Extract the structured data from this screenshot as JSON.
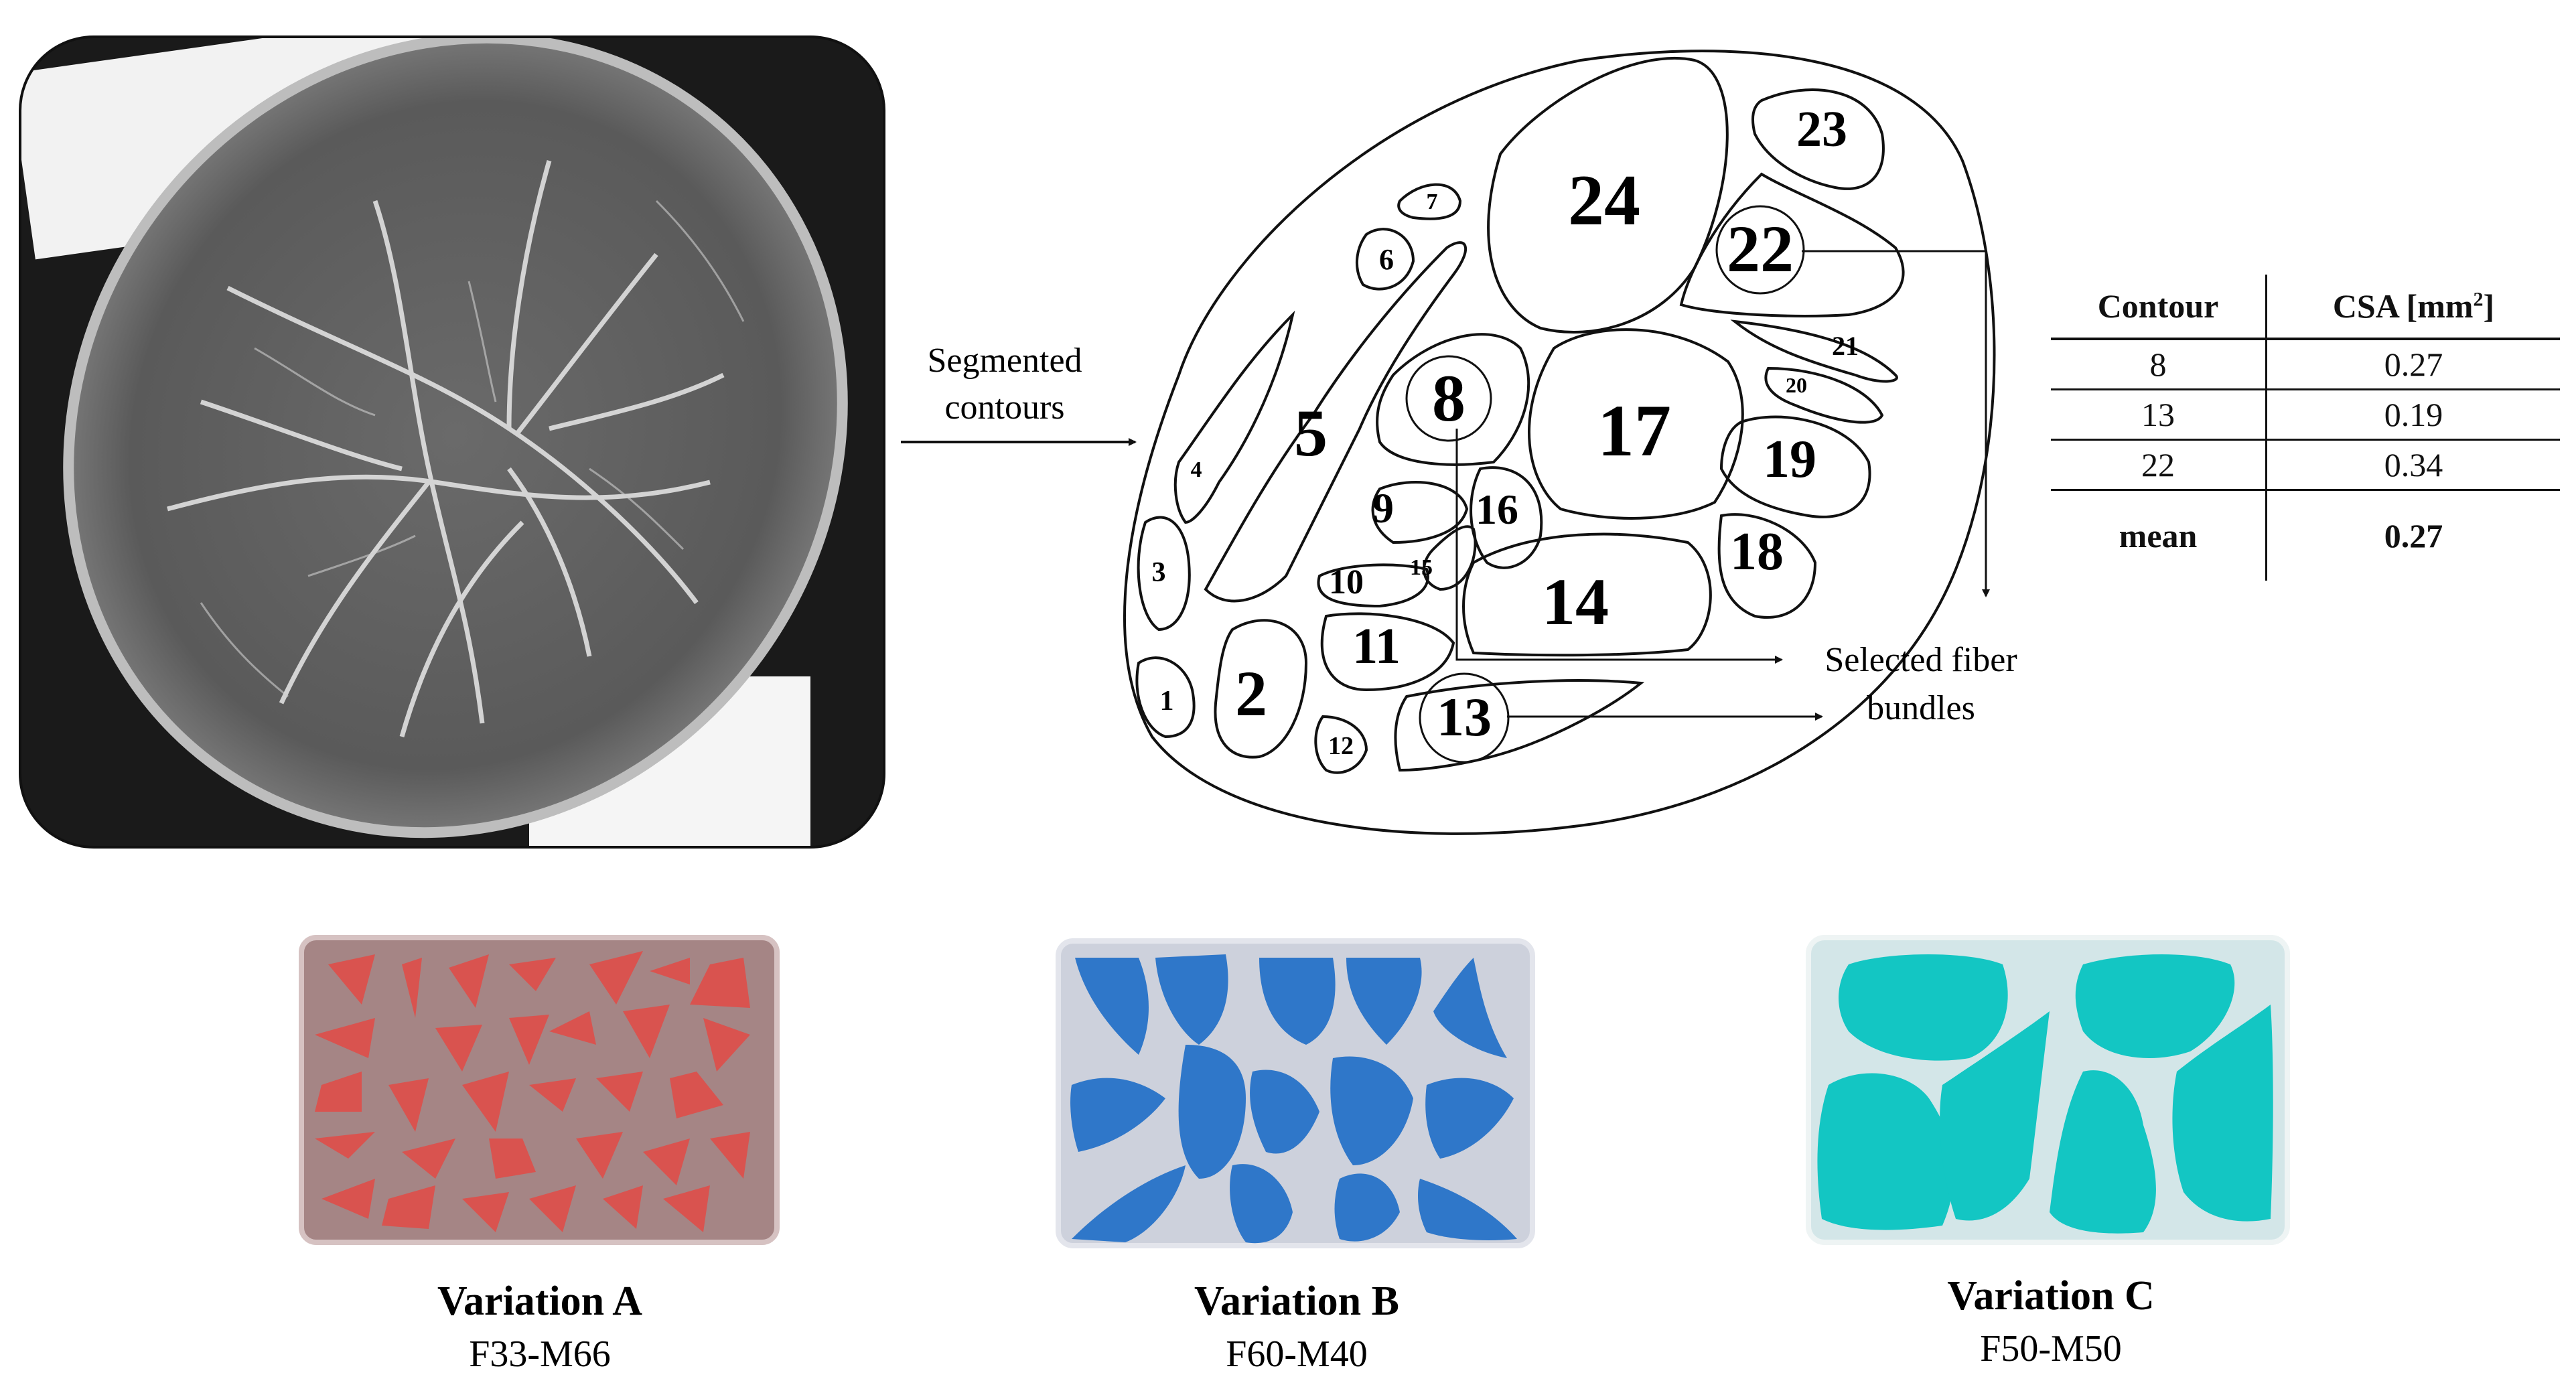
{
  "flow": {
    "segmented_label_line1": "Segmented",
    "segmented_label_line2": "contours",
    "selected_label_line1": "Selected fiber",
    "selected_label_line2": "bundles"
  },
  "contours": [
    {
      "id": "1",
      "label": "1"
    },
    {
      "id": "2",
      "label": "2"
    },
    {
      "id": "3",
      "label": "3"
    },
    {
      "id": "4",
      "label": "4"
    },
    {
      "id": "5",
      "label": "5"
    },
    {
      "id": "6",
      "label": "6"
    },
    {
      "id": "7",
      "label": "7"
    },
    {
      "id": "8",
      "label": "8"
    },
    {
      "id": "9",
      "label": "9"
    },
    {
      "id": "10",
      "label": "10"
    },
    {
      "id": "11",
      "label": "11"
    },
    {
      "id": "12",
      "label": "12"
    },
    {
      "id": "13",
      "label": "13"
    },
    {
      "id": "14",
      "label": "14"
    },
    {
      "id": "15",
      "label": "15"
    },
    {
      "id": "16",
      "label": "16"
    },
    {
      "id": "17",
      "label": "17"
    },
    {
      "id": "18",
      "label": "18"
    },
    {
      "id": "19",
      "label": "19"
    },
    {
      "id": "20",
      "label": "20"
    },
    {
      "id": "21",
      "label": "21"
    },
    {
      "id": "22",
      "label": "22"
    },
    {
      "id": "23",
      "label": "23"
    },
    {
      "id": "24",
      "label": "24"
    }
  ],
  "table": {
    "col1": "Contour",
    "col2_prefix": "CSA [mm",
    "col2_sup": "2",
    "col2_suffix": "]",
    "rows": [
      {
        "contour": "8",
        "csa": "0.27"
      },
      {
        "contour": "13",
        "csa": "0.19"
      },
      {
        "contour": "22",
        "csa": "0.34"
      }
    ],
    "mean_label": "mean",
    "mean_value": "0.27"
  },
  "variations": [
    {
      "title": "Variation A",
      "subtitle": "F33-M66",
      "fill": "#d9534f",
      "background": "#a58585"
    },
    {
      "title": "Variation B",
      "subtitle": "F60-M40",
      "fill": "#2f77c9",
      "background": "#cdd1dc"
    },
    {
      "title": "Variation C",
      "subtitle": "F50-M50",
      "fill": "#13c6c3",
      "background": "#d3e6e8"
    }
  ]
}
